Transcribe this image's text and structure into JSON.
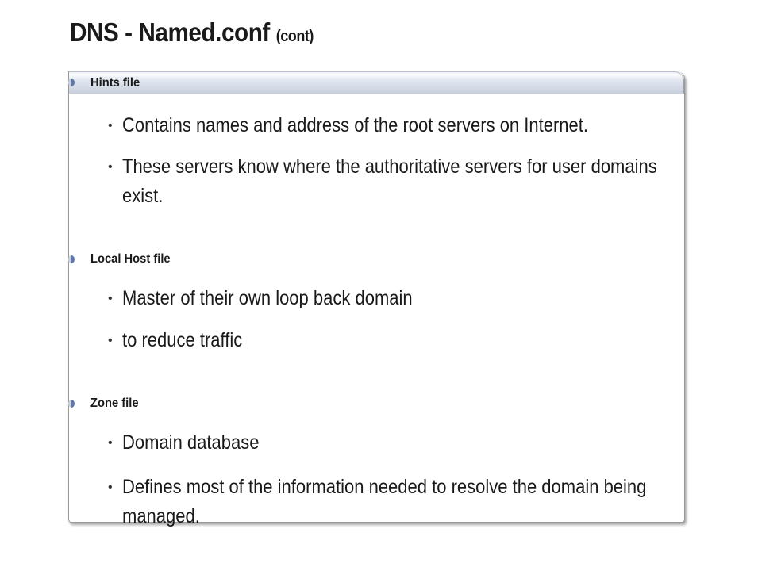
{
  "slide": {
    "title": "DNS - Named.conf",
    "title_suffix": "(cont)",
    "sections": [
      {
        "label": "Hints file",
        "items": [
          "Contains names and address of the root servers on Internet.",
          "These servers know where the authoritative servers for user domains exist."
        ]
      },
      {
        "label": "Local Host file",
        "items": [
          "Master of their own loop back domain",
          "to reduce traffic"
        ]
      },
      {
        "label": "Zone file",
        "items": [
          "Domain database",
          "Defines most of the information needed to resolve the domain being managed."
        ]
      }
    ]
  },
  "colors": {
    "text": "#1a1a1a",
    "header_gradient_top": "#f3f5fa",
    "header_gradient_bottom": "#c8cfdc",
    "bullet_blue": "#5f7aa8"
  },
  "icons": {
    "section_bullet": "half-circle-bullet-icon",
    "item_bullet": "round-dot-icon"
  }
}
